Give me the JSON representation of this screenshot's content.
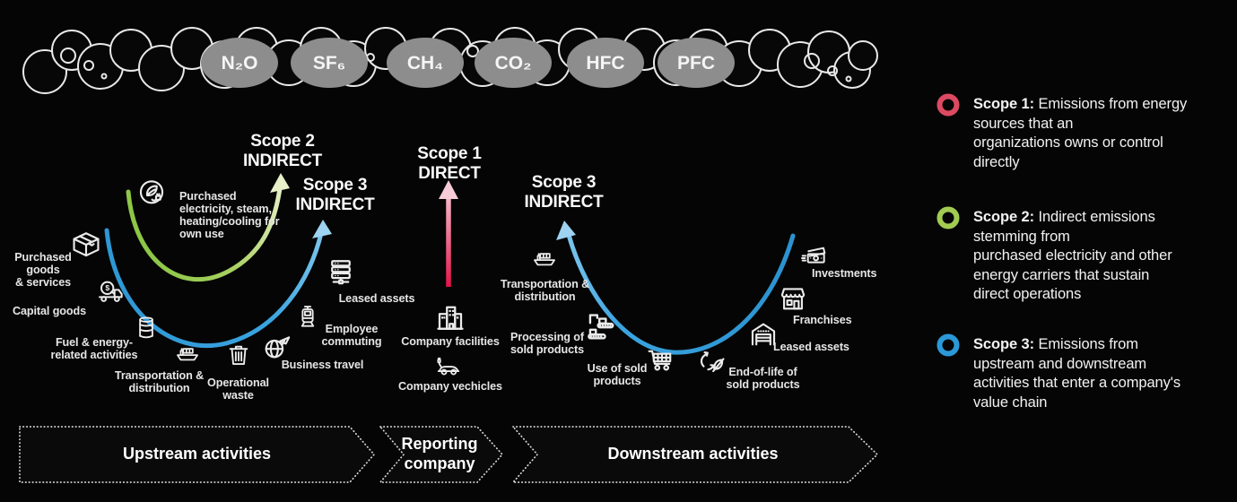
{
  "clouds": {
    "gases": [
      "N₂O",
      "SF₆",
      "CH₄",
      "CO₂",
      "HFC",
      "PFC"
    ]
  },
  "scopes": {
    "scope2": "Scope 2\nINDIRECT",
    "scope3_left": "Scope 3\nINDIRECT",
    "scope1": "Scope 1\nDIRECT",
    "scope3_right": "Scope 3\nINDIRECT"
  },
  "upstream": {
    "items": [
      {
        "label": "Purchased\ngoods\n& services",
        "icon": "open-box-icon"
      },
      {
        "label": "Capital goods",
        "icon": "cement-truck-icon"
      },
      {
        "label": "Fuel & energy-\nrelated activities",
        "icon": "oil-barrel-icon"
      },
      {
        "label": "Transportation &\ndistribution",
        "icon": "cargo-ship-icon"
      },
      {
        "label": "Operational\nwaste",
        "icon": "trash-icon"
      },
      {
        "label": "Business travel",
        "icon": "globe-plane-icon"
      },
      {
        "label": "Employee\ncommuting",
        "icon": "tram-icon"
      },
      {
        "label": "Leased assets",
        "icon": "server-rack-icon"
      },
      {
        "label": "Purchased\nelectricity, steam,\nheating/cooling for\nown use",
        "icon": "eco-energy-icon"
      }
    ]
  },
  "reporting": {
    "items": [
      {
        "label": "Company facilities",
        "icon": "buildings-icon"
      },
      {
        "label": "Company vechicles",
        "icon": "electric-car-icon"
      }
    ]
  },
  "downstream": {
    "items": [
      {
        "label": "Transportation &\ndistribution",
        "icon": "cargo-ship-icon"
      },
      {
        "label": "Processing of\nsold products",
        "icon": "conveyor-icon"
      },
      {
        "label": "Use of sold\nproducts",
        "icon": "shopping-cart-icon"
      },
      {
        "label": "End-of-life of\nsold products",
        "icon": "recycle-leaf-icon"
      },
      {
        "label": "Leased assets",
        "icon": "warehouse-icon"
      },
      {
        "label": "Franchises",
        "icon": "storefront-icon"
      },
      {
        "label": "Investments",
        "icon": "banknotes-icon"
      }
    ]
  },
  "flow": {
    "upstream": "Upstream activities",
    "reporting": "Reporting\ncompany",
    "downstream": "Downstream activities"
  },
  "legend": {
    "items": [
      {
        "prefix": "Scope 1:",
        "text": " Emissions from energy\nsources that an\norganizations owns or control\ndirectly",
        "color": "#dc4a61"
      },
      {
        "prefix": "Scope 2:",
        "text": " Indirect emissions\nstemming from\npurchased electricity and other\nenergy carriers that sustain\ndirect operations",
        "color": "#a2cb52"
      },
      {
        "prefix": "Scope 3:",
        "text": " Emissions from\nupstream and downstream\nactivities that enter a company's\nvalue chain",
        "color": "#2b98d8"
      }
    ]
  },
  "colors": {
    "background": "#050505",
    "scope1_red": "#e50f45",
    "scope2_green": "#8dc63f",
    "scope3_blue": "#2f9fdc",
    "gas_bubble_gray": "#8d8d8d"
  }
}
